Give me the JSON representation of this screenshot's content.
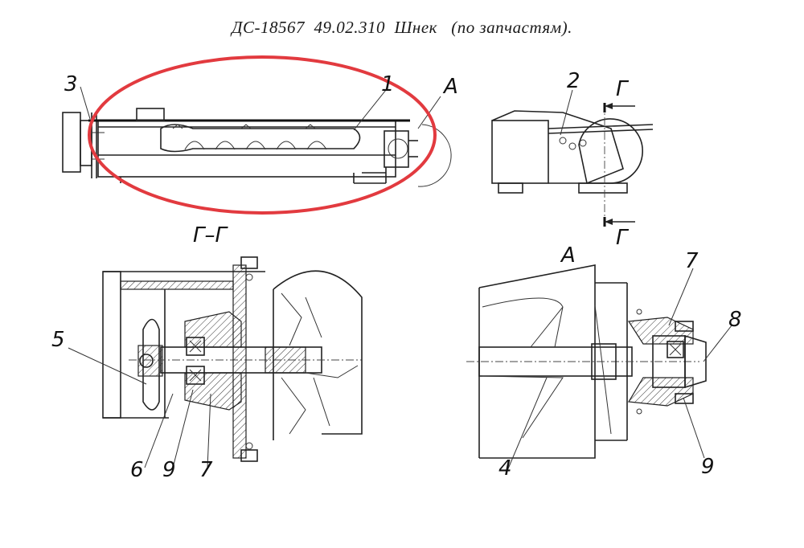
{
  "title": "ДС-18567  49.02.310  Шнек   (по запчастям).",
  "labels": {
    "p1": "1",
    "p2": "2",
    "p3": "3",
    "p4": "4",
    "p5": "5",
    "p6": "6",
    "p7a": "7",
    "p7b": "7",
    "p8": "8",
    "p9a": "9",
    "p9b": "9",
    "viewA_top": "А",
    "viewA_title": "А",
    "section_top": "Г",
    "section_bottom": "Г",
    "section_title": "Г–Г"
  },
  "colors": {
    "highlight": "#e23a3f",
    "ink": "#222222"
  }
}
